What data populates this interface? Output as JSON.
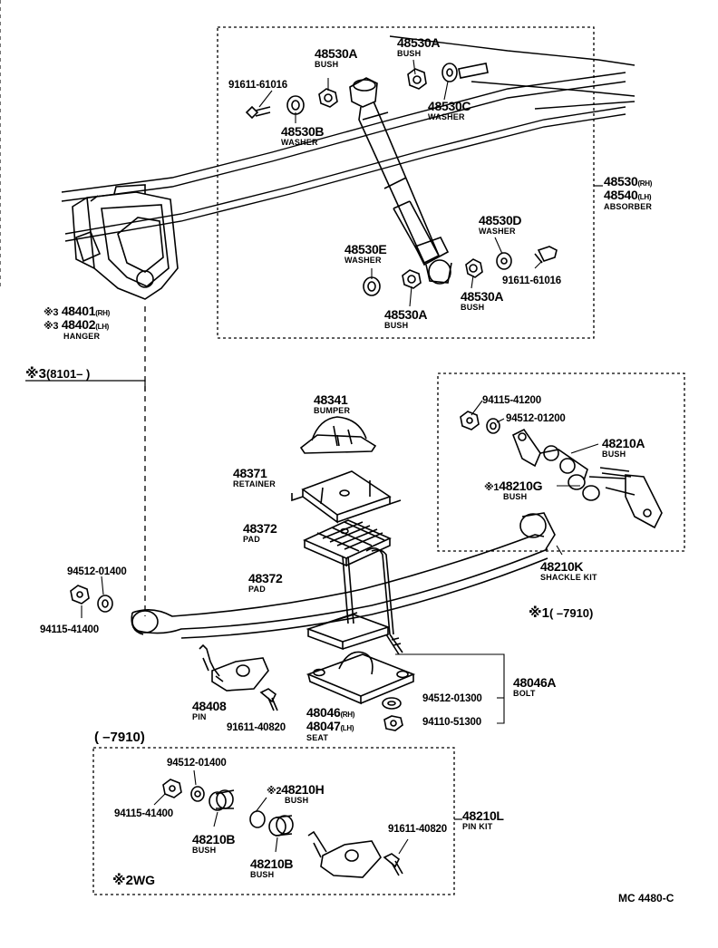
{
  "diagram_code": "MC 4480-C",
  "absorber_group": {
    "part_rh": "48530",
    "part_lh": "48540",
    "suffix_rh": "(RH)",
    "suffix_lh": "(LH)",
    "name": "ABSORBER",
    "items": [
      {
        "part": "48530A",
        "name": "BUSH"
      },
      {
        "part": "48530A",
        "name": "BUSH"
      },
      {
        "part": "91611-61016"
      },
      {
        "part": "48530C",
        "name": "WASHER"
      },
      {
        "part": "48530B",
        "name": "WASHER"
      },
      {
        "part": "48530D",
        "name": "WASHER"
      },
      {
        "part": "48530E",
        "name": "WASHER"
      },
      {
        "part": "91611-61016"
      },
      {
        "part": "48530A",
        "name": "BUSH"
      },
      {
        "part": "48530A",
        "name": "BUSH"
      }
    ]
  },
  "hanger": {
    "mark": "※3",
    "part_rh": "48401",
    "part_lh": "48402",
    "suffix_rh": "(RH)",
    "suffix_lh": "(LH)",
    "name": "HANGER"
  },
  "note3": {
    "mark": "※3",
    "range": "(8101–    )"
  },
  "center_parts": [
    {
      "part": "48341",
      "name": "BUMPER"
    },
    {
      "part": "48371",
      "name": "RETAINER"
    },
    {
      "part": "48372",
      "name": "PAD"
    },
    {
      "part": "48372",
      "name": "PAD"
    }
  ],
  "shackle_kit": {
    "part": "48210K",
    "name": "SHACKLE KIT",
    "items": [
      {
        "part": "94115-41200"
      },
      {
        "part": "94512-01200"
      },
      {
        "part": "48210A",
        "name": "BUSH"
      },
      {
        "mark": "※1",
        "part": "48210G",
        "name": "BUSH"
      }
    ]
  },
  "note1": {
    "mark": "※1",
    "range": "(      –7910)"
  },
  "front_left": [
    {
      "part": "94512-01400"
    },
    {
      "part": "94115-41400"
    }
  ],
  "pin": {
    "part": "48408",
    "name": "PIN"
  },
  "bolt_91611_40820": "91611-40820",
  "seat": {
    "part_rh": "48046",
    "part_lh": "48047",
    "suffix_rh": "(RH)",
    "suffix_lh": "(LH)",
    "name": "SEAT"
  },
  "u_bolt": {
    "part": "48046A",
    "name": "BOLT"
  },
  "seat_nuts": [
    "94512-01300",
    "94110-51300"
  ],
  "pin_kit": {
    "range": "(      –7910)",
    "part": "48210L",
    "name": "PIN KIT",
    "note_mark": "※2",
    "note_text": "WG",
    "items": [
      {
        "part": "94512-01400"
      },
      {
        "part": "94115-41400"
      },
      {
        "mark": "※2",
        "part": "48210H",
        "name": "BUSH"
      },
      {
        "part": "48210B",
        "name": "BUSH"
      },
      {
        "part": "48210B",
        "name": "BUSH"
      },
      {
        "part": "91611-40820"
      }
    ]
  }
}
